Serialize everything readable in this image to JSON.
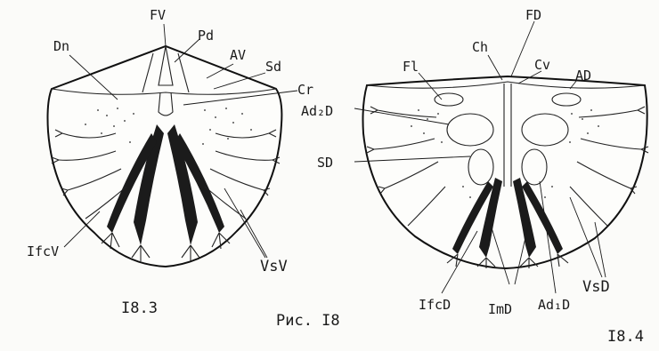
{
  "figure": {
    "caption": "Рис. I8",
    "left_figure_number": "I8.3",
    "right_figure_number": "I8.4"
  },
  "left_labels": {
    "fv": "FV",
    "dn": "Dn",
    "pd": "Pd",
    "av": "AV",
    "sd": "Sd",
    "cr": "Cr",
    "ifcv": "IfcV",
    "vsv": "VsV"
  },
  "right_labels": {
    "fd": "FD",
    "ch": "Ch",
    "fl": "Fl",
    "cv": "Cv",
    "ad": "AD",
    "ad2d": "Ad₂D",
    "sd": "SD",
    "ifcd": "IfcD",
    "imd": "ImD",
    "ad1d": "Ad₁D",
    "vsd": "VsD"
  }
}
